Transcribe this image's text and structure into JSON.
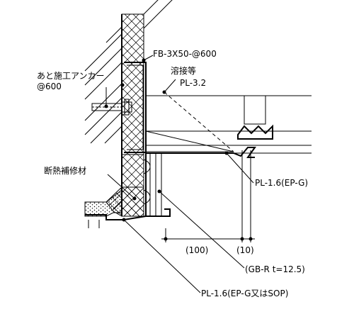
{
  "labels": {
    "fb": "FB-3X50-@600",
    "anchor_line1": "あと施工アンカー",
    "anchor_line2": "@600",
    "weld": "溶接等",
    "plate_32": "PL-3.2",
    "plate_16": "PL-1.6(EP-G)",
    "insulation": "断熱補修材",
    "dim_100": "(100)",
    "dim_10": "(10)",
    "gb": "(GB-R t=12.5)",
    "plate_bottom": "PL-1.6(EP-G又はSOP)"
  }
}
